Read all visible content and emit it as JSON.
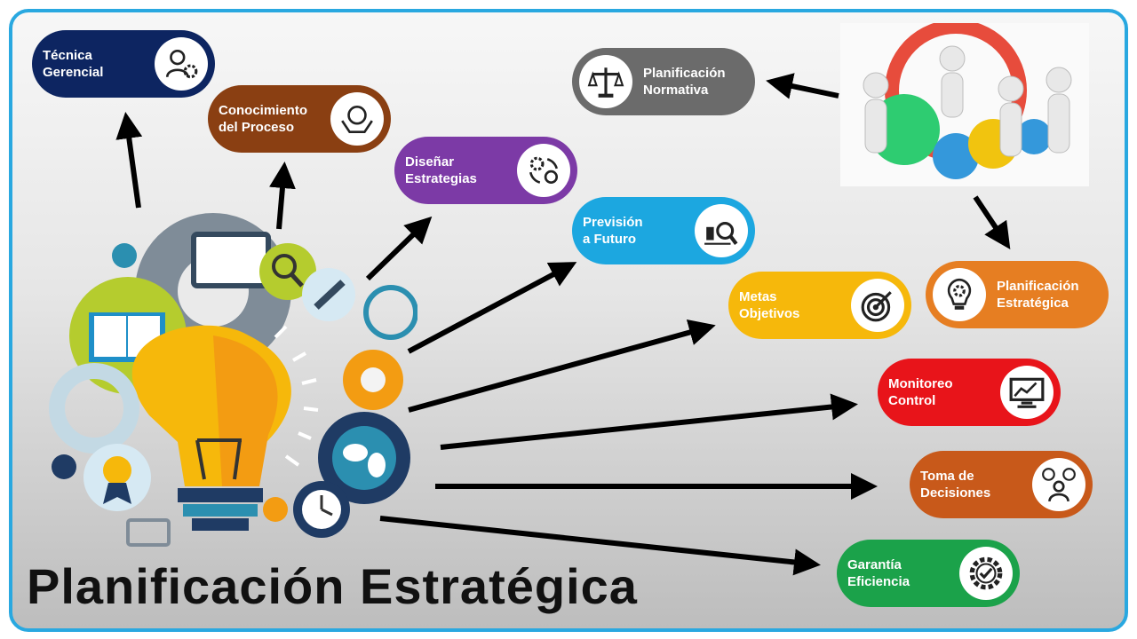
{
  "title": "Planificación Estratégica",
  "colors": {
    "frame": "#29a8e0",
    "navy": "#0d2561",
    "brown": "#8a3f12",
    "purple": "#7c3aa6",
    "cyan": "#1ca7e0",
    "gray": "#6b6b6b",
    "yellow": "#f6b80b",
    "orange": "#e67e22",
    "red": "#e8141a",
    "dark_orange": "#c8591a",
    "green": "#1ba24a"
  },
  "nodes": [
    {
      "id": "tecnica",
      "label": "Técnica\nGerencial",
      "icon": "manager-gear-icon"
    },
    {
      "id": "conocimiento",
      "label": "Conocimiento\ndel Proceso",
      "icon": "globe-hands-icon"
    },
    {
      "id": "disenar",
      "label": "Diseñar\nEstrategias",
      "icon": "gear-cycle-bulb-icon"
    },
    {
      "id": "prevision",
      "label": "Previsión\na Futuro",
      "icon": "analysis-magnifier-icon"
    },
    {
      "id": "normativa",
      "label": "Planificación\nNormativa",
      "icon": "balance-scale-icon"
    },
    {
      "id": "metas",
      "label": "Metas\nObjetivos",
      "icon": "target-icon"
    },
    {
      "id": "estrategica",
      "label": "Planificación\nEstratégica",
      "icon": "bulb-gear-icon"
    },
    {
      "id": "monitoreo",
      "label": "Monitoreo\nControl",
      "icon": "monitor-chart-icon"
    },
    {
      "id": "toma",
      "label": "Toma de\nDecisiones",
      "icon": "person-decision-icon"
    },
    {
      "id": "garantia",
      "label": "Garantía\nEficiencia",
      "icon": "gear-check-icon"
    }
  ]
}
